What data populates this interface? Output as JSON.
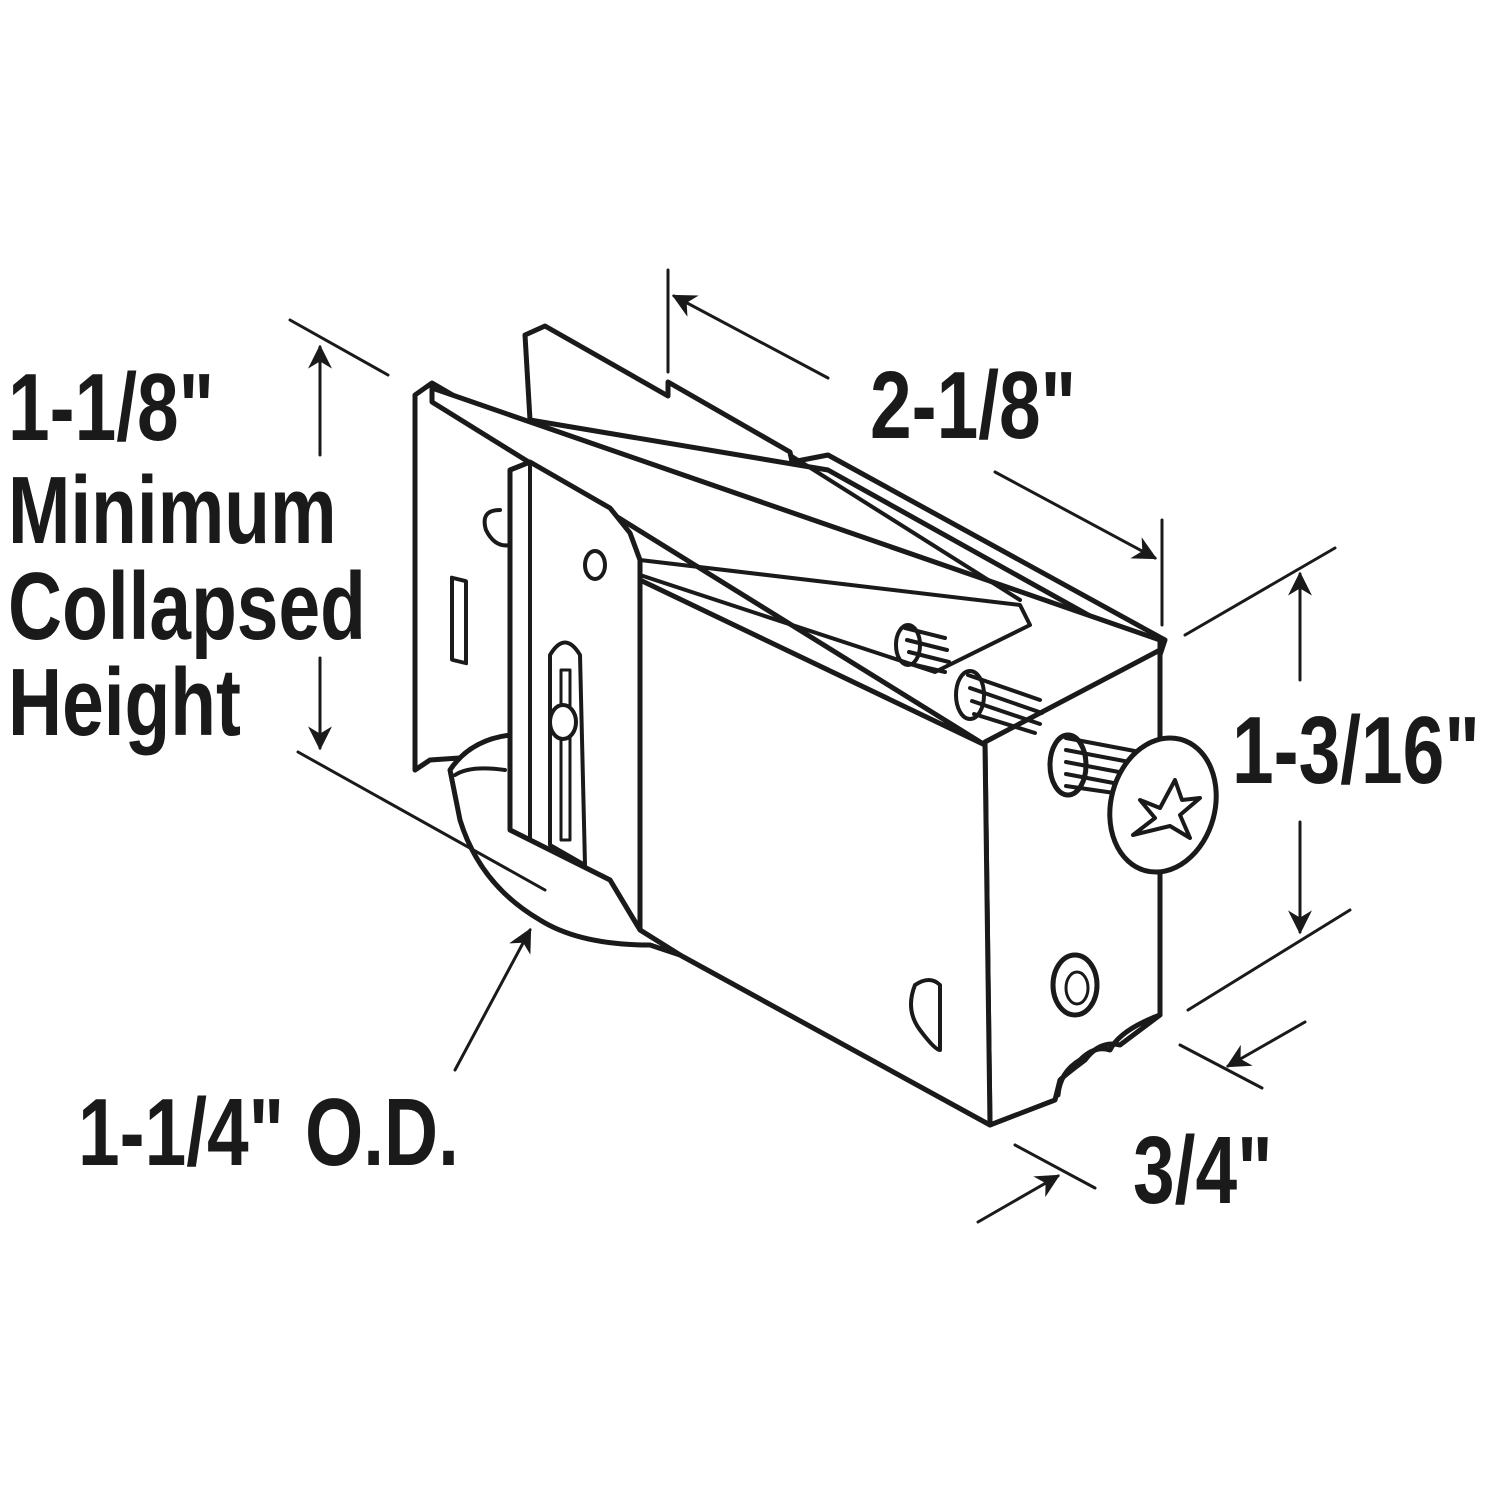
{
  "diagram": {
    "dimensions": {
      "min_collapsed_height": {
        "value": "1-1/8\"",
        "lines": [
          "Minimum",
          "Collapsed",
          "Height"
        ]
      },
      "length": {
        "value": "2-1/8\""
      },
      "height": {
        "value": "1-3/16\""
      },
      "wheel_diameter": {
        "value": "1-1/4\" O.D."
      },
      "width": {
        "value": "3/4\""
      }
    },
    "colors": {
      "line": "#1a1a1a",
      "background": "#ffffff"
    }
  }
}
